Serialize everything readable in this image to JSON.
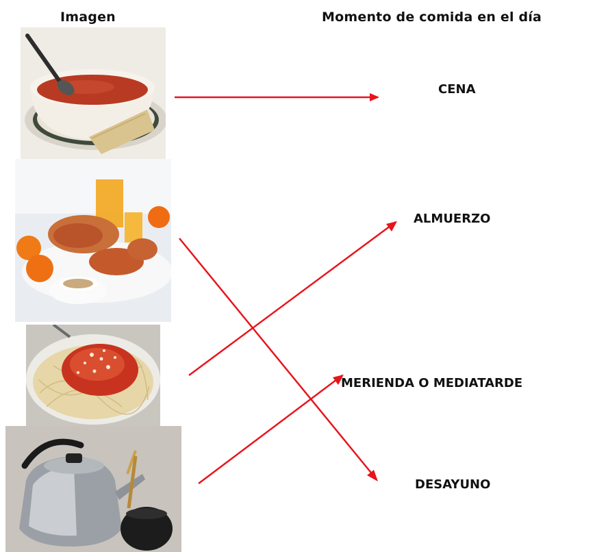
{
  "headers": {
    "image": "Imagen",
    "meal_time": "Momento de comida en el día"
  },
  "images": [
    {
      "subject": "soup-bowl"
    },
    {
      "subject": "breakfast-croissants-orange-juice"
    },
    {
      "subject": "spaghetti-with-tomato-sauce"
    },
    {
      "subject": "kettle-and-mate"
    }
  ],
  "meals": [
    "CENA",
    "ALMUERZO",
    "MERIENDA O MEDIATARDE",
    "DESAYUNO"
  ],
  "matches": [
    {
      "image": 0,
      "meal": 0
    },
    {
      "image": 1,
      "meal": 3
    },
    {
      "image": 2,
      "meal": 1
    },
    {
      "image": 3,
      "meal": 2
    }
  ],
  "colors": {
    "arrow": "#e8141b",
    "text": "#111111"
  }
}
